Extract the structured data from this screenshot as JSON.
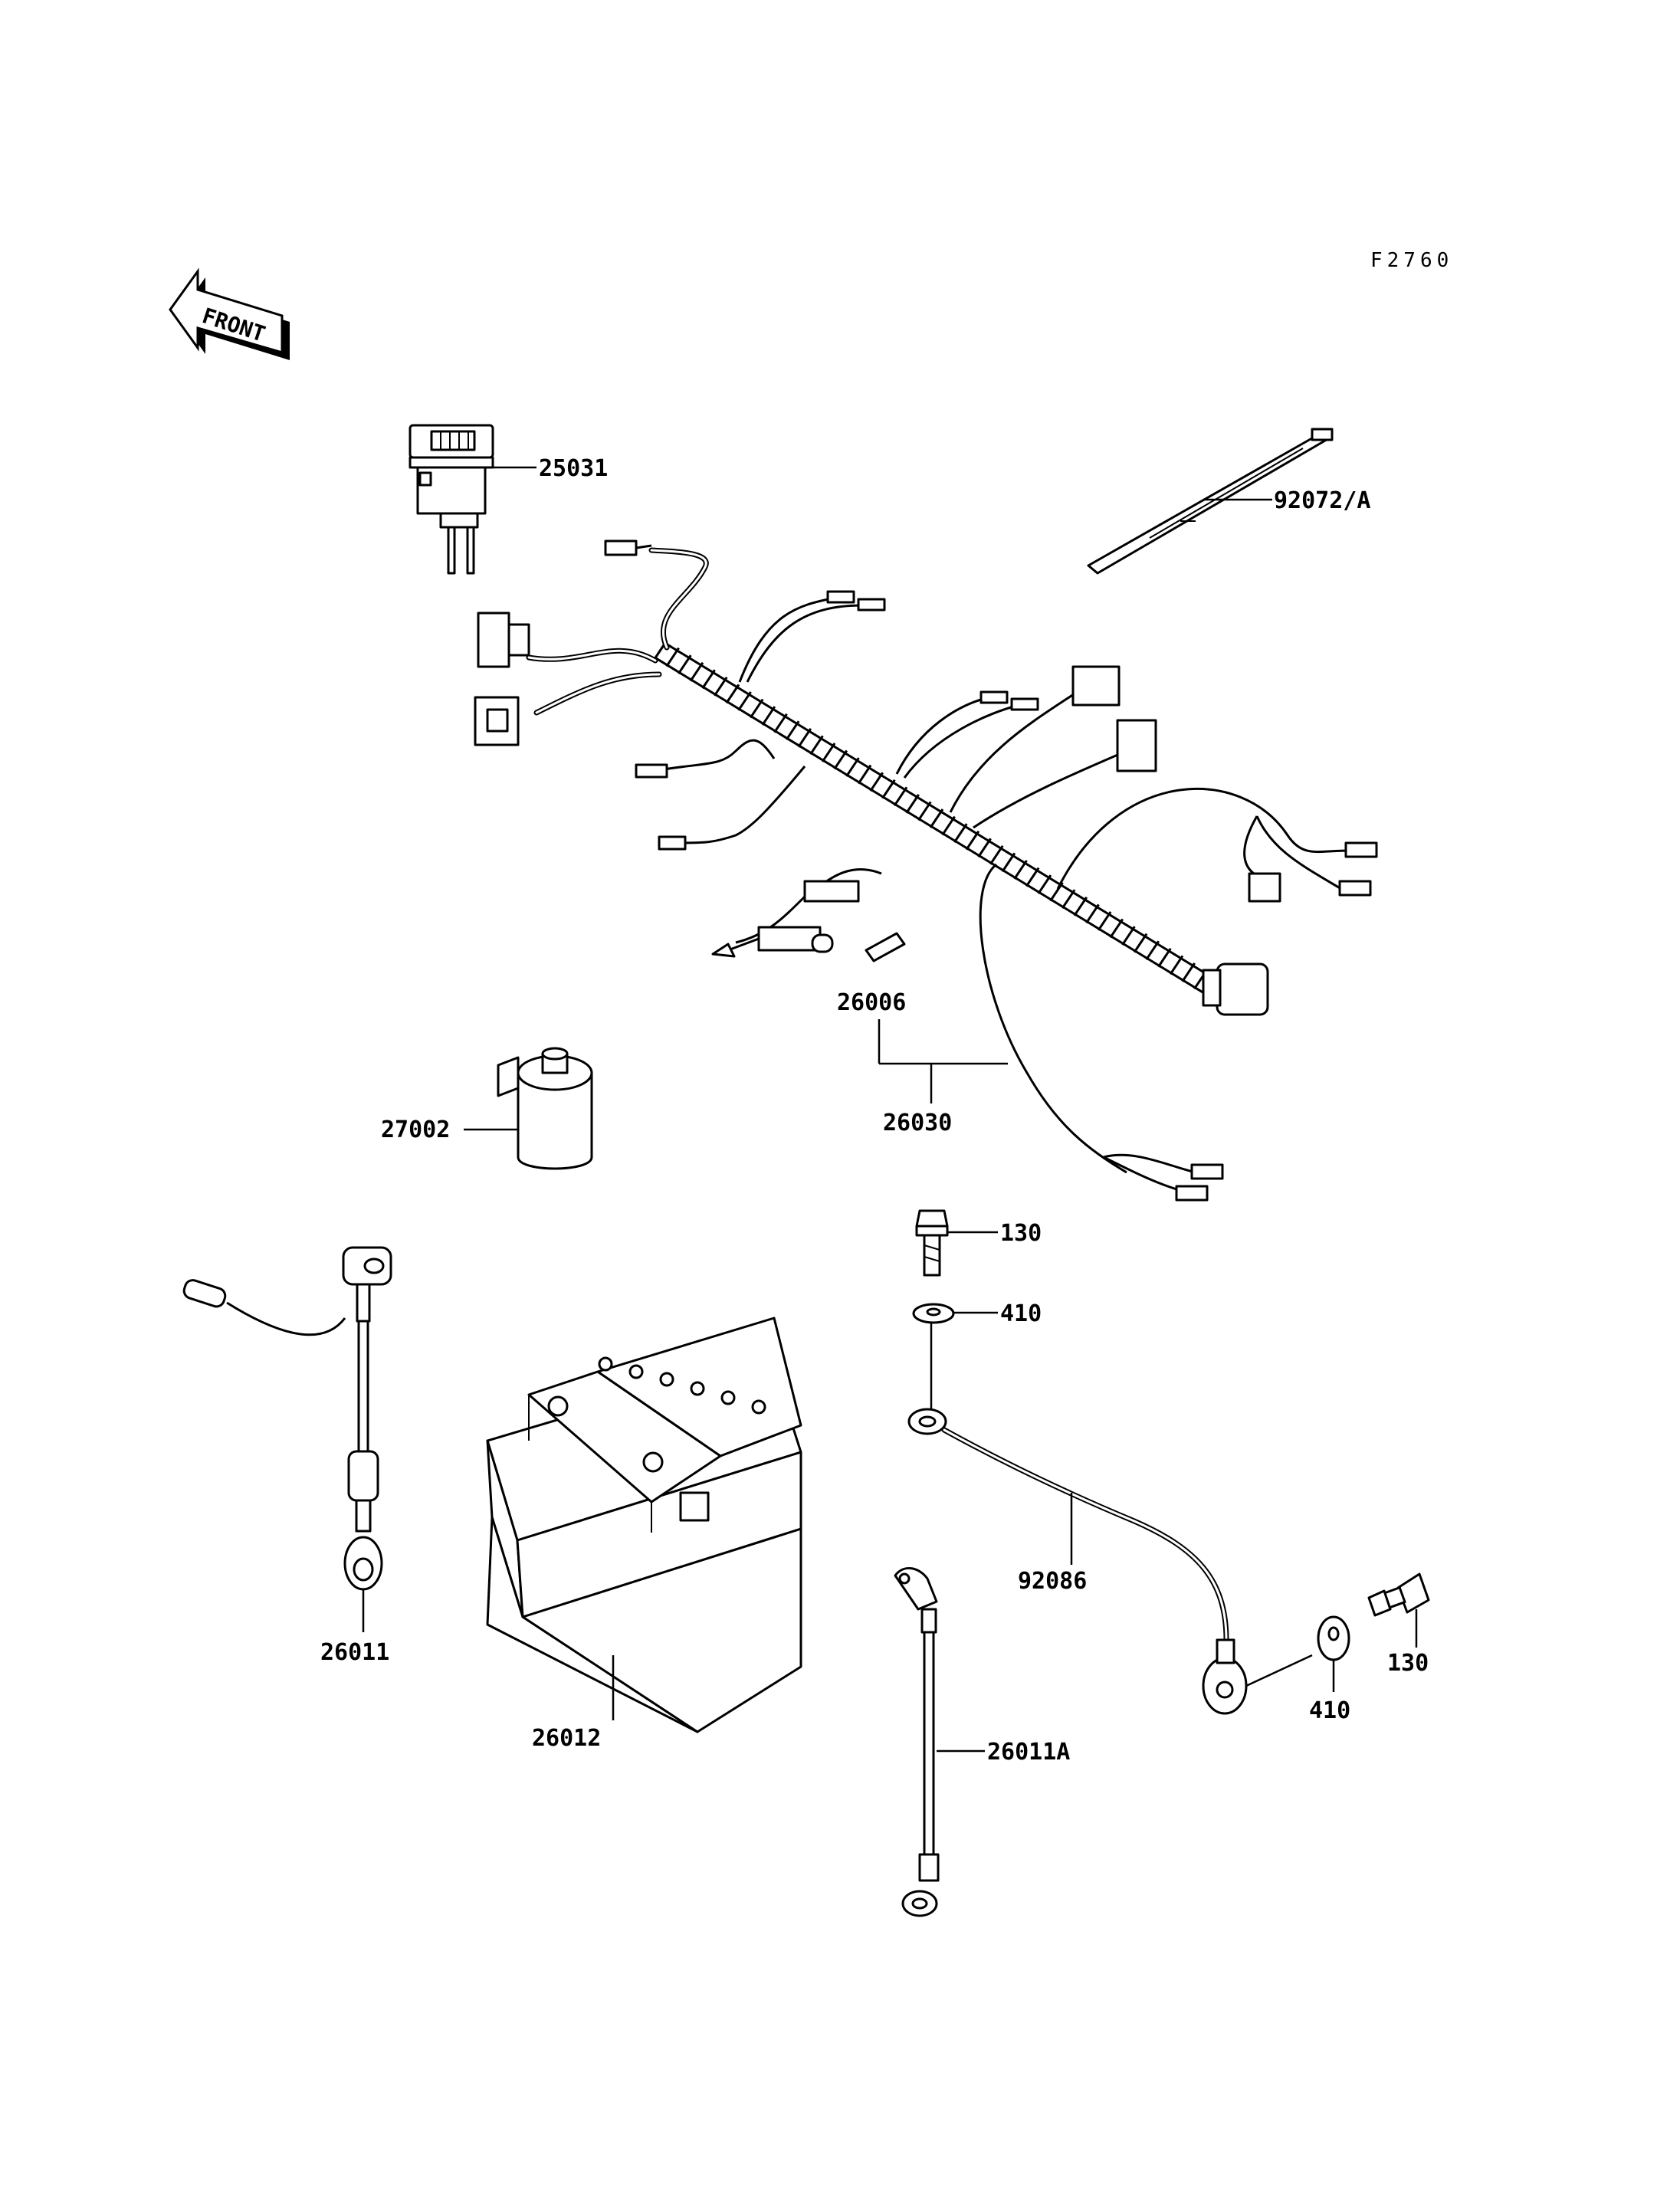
{
  "diagram_code": "F2760",
  "front_arrow_text": "FRONT",
  "parts": [
    {
      "id": "p25031",
      "number": "25031"
    },
    {
      "id": "p92072",
      "number": "92072/A"
    },
    {
      "id": "p26006",
      "number": "26006"
    },
    {
      "id": "p26030",
      "number": "26030"
    },
    {
      "id": "p27002",
      "number": "27002"
    },
    {
      "id": "p130a",
      "number": "130"
    },
    {
      "id": "p410a",
      "number": "410"
    },
    {
      "id": "p92086",
      "number": "92086"
    },
    {
      "id": "p26011",
      "number": "26011"
    },
    {
      "id": "p26012",
      "number": "26012"
    },
    {
      "id": "p26011A",
      "number": "26011A"
    },
    {
      "id": "p410b",
      "number": "410"
    },
    {
      "id": "p130b",
      "number": "130"
    }
  ]
}
